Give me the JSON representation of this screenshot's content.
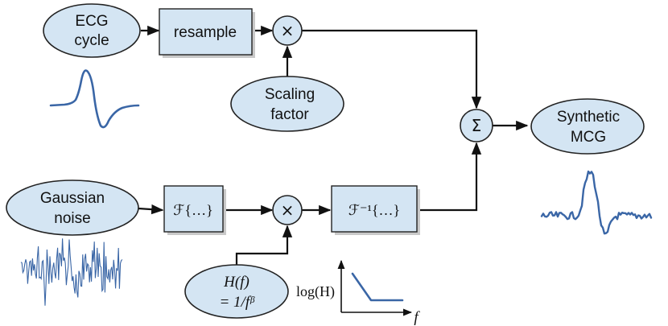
{
  "nodes": {
    "ecg_cycle": {
      "line1": "ECG",
      "line2": "cycle"
    },
    "resample": {
      "label": "resample"
    },
    "scaling_factor": {
      "line1": "Scaling",
      "line2": "factor"
    },
    "synthetic_mcg": {
      "line1": "Synthetic",
      "line2": "MCG"
    },
    "gaussian_noise": {
      "line1": "Gaussian",
      "line2": "noise"
    },
    "fourier": {
      "label": "ℱ{…}"
    },
    "inverse_fourier": {
      "label": "ℱ⁻¹{…}"
    },
    "filter": {
      "line1": "H(f)",
      "line2": "= 1/fᵝ"
    },
    "multiply_top": {
      "symbol": "×"
    },
    "multiply_bottom": {
      "symbol": "×"
    },
    "sum": {
      "symbol": "Σ"
    }
  },
  "filter_plot": {
    "ylabel": "log(H)",
    "xlabel": "f"
  },
  "colors": {
    "node_fill": "#d4e5f3",
    "signal": "#3a66a6",
    "stroke": "#222222"
  }
}
